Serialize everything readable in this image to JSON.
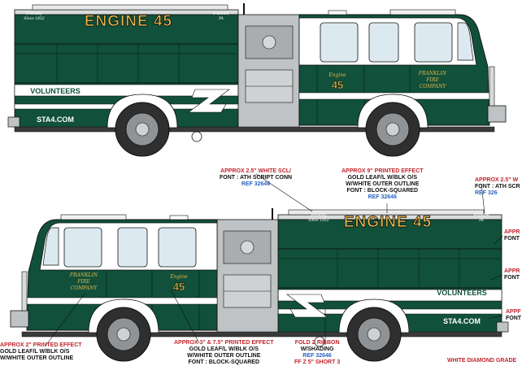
{
  "colors": {
    "body_green": "#11503a",
    "dark_green": "#0c3d2b",
    "white": "#ffffff",
    "gold": "#e2b84e",
    "chrome": "#bfc3c5",
    "tire": "#2f2f2f",
    "callout_red": "#c0262c",
    "ref_blue": "#2a64c2",
    "lines": "#111111"
  },
  "truck_top": {
    "engine_text": "ENGINE 45",
    "cab_number": "45",
    "cab_label_small": "Engine",
    "volunteers_text": "VOLUNTEERS",
    "website_text": "STA4.COM",
    "shield_text": [
      "FRANKLIN",
      "FIRE",
      "COMPANY"
    ],
    "script_left": [
      "Friendly",
      "Since 1852"
    ],
    "script_right": [
      "Franklin",
      "PA"
    ]
  },
  "truck_bottom": {
    "engine_text": "ENGINE 45",
    "cab_number": "45",
    "cab_label_small": "Engine",
    "volunteers_text": "VOLUNTEERS",
    "website_text": "STA4.COM",
    "shield_text": [
      "FRANKLIN",
      "FIRE",
      "COMPANY"
    ],
    "script_left": [
      "Friendly",
      "Since 1852"
    ],
    "script_right": [
      "Franklin",
      "PA"
    ]
  },
  "callouts": {
    "c1": {
      "head": "APPROX 2.5\" WHITE SCL/",
      "lines": [
        "FONT : ATH SCRIPT CONN"
      ],
      "ref": "REF 32646"
    },
    "c2": {
      "head": "APPROX 9\" PRINTED EFFECT",
      "lines": [
        "GOLD LEAF/L W/BLK O/S",
        "W/WHITE OUTER OUTLINE",
        "FONT : BLOCK-SQUARED"
      ],
      "ref": "REF 32646"
    },
    "c3": {
      "head": "APPROX 2.5\" W",
      "lines": [
        "FONT : ATH SCR"
      ],
      "ref": "REF 326"
    },
    "c4": {
      "head": "APPR",
      "lines": [
        "FONT"
      ],
      "ref": ""
    },
    "c5": {
      "head": "APPROX 3\" & 7.5\" PRINTED EFFECT",
      "lines": [
        "GOLD LEAF/L W/BLK O/S",
        "W/WHITE OUTER OUTLINE",
        "FONT : BLOCK-SQUARED"
      ],
      "ref": ""
    },
    "c6": {
      "head": "FOLD Z RIBBON",
      "lines": [
        "W/SHADING"
      ],
      "ref": "REF 32646",
      "tail": "FF Z 5\" SHORT 3"
    },
    "c7": {
      "head": "APPROX 2\" PRINTED EFFECT",
      "lines": [
        "GOLD LEAF/L W/BLK O/S",
        "W/WHITE OUTER OUTLINE"
      ],
      "ref": ""
    },
    "c8": {
      "head": "APPR",
      "lines": [
        "FONT"
      ],
      "ref": ""
    },
    "c9": {
      "head": "APPF",
      "lines": [
        "FONT"
      ],
      "ref": ""
    },
    "c10": {
      "head": "WHITE DIAMOND GRADE",
      "lines": [],
      "ref": ""
    }
  }
}
